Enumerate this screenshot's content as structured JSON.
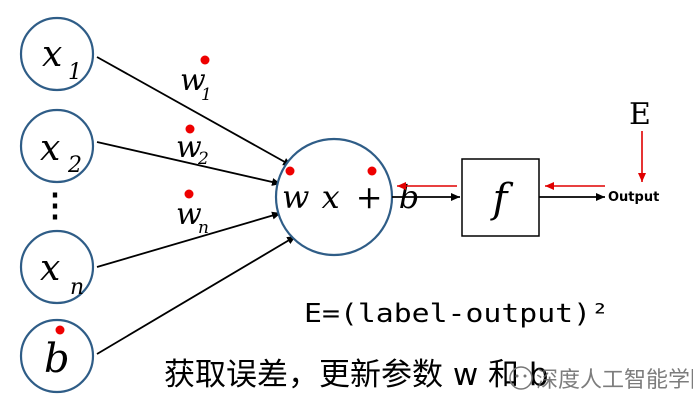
{
  "inputs": [
    {
      "var": "x",
      "sub": "1"
    },
    {
      "var": "x",
      "sub": "2"
    },
    {
      "var": "x",
      "sub": "n"
    }
  ],
  "ellipsis": "⋮",
  "bias_input": "b",
  "weights": [
    {
      "var": "w",
      "sub": "1"
    },
    {
      "var": "w",
      "sub": "2"
    },
    {
      "var": "w",
      "sub": "n"
    }
  ],
  "summation": {
    "w": "w",
    "x": "x",
    "plus": "+",
    "b": "b"
  },
  "activation": "f",
  "output_label": "Output",
  "error_label": "E",
  "error_formula": "E=(label-output)²",
  "caption": "获取误差，更新参数 w 和 b",
  "watermark": "深度人工智能学院",
  "colors": {
    "node_stroke": "#2f5d87",
    "update_dot": "#ee0000",
    "backprop_arrow": "#e00000"
  }
}
